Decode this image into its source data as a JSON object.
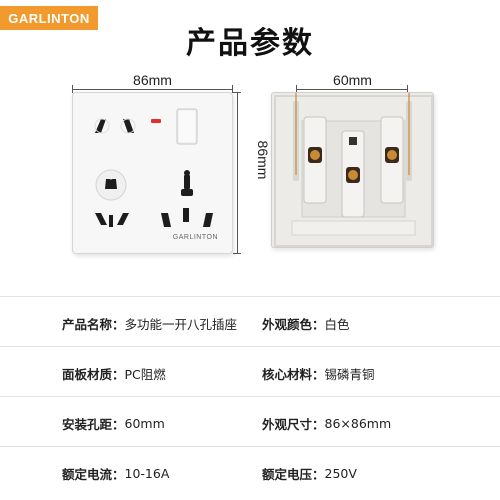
{
  "brand": "GARLINTON",
  "title": "产品参数",
  "dimensions": {
    "front_width": "86mm",
    "front_height": "86mm",
    "hole_spacing": "60mm"
  },
  "panel_brand": "GARLINTON",
  "colors": {
    "brand_orange": "#f29a2e",
    "indicator_red": "#e2332b",
    "panel_white": "#f7f7f7",
    "back_panel": "#ecebe8",
    "copper_terminal": "#c98a35"
  },
  "specs": [
    {
      "left": {
        "label": "产品名称：",
        "value": "多功能一开八孔插座"
      },
      "right": {
        "label": "外观颜色：",
        "value": "白色"
      }
    },
    {
      "left": {
        "label": "面板材质：",
        "value": "PC阻燃"
      },
      "right": {
        "label": "核心材料：",
        "value": "锡磷青铜"
      }
    },
    {
      "left": {
        "label": "安装孔距：",
        "value": "60mm"
      },
      "right": {
        "label": "外观尺寸：",
        "value": "86×86mm"
      }
    },
    {
      "left": {
        "label": "额定电流：",
        "value": "10-16A"
      },
      "right": {
        "label": "额定电压：",
        "value": "250V"
      }
    }
  ]
}
